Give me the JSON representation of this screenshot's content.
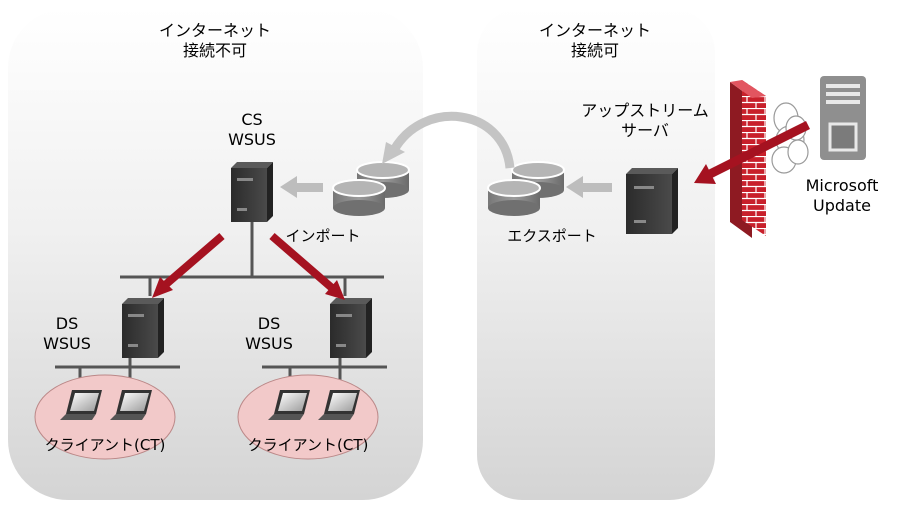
{
  "zones": {
    "offline": {
      "title": "インターネット\n接続不可"
    },
    "online": {
      "title": "インターネット\n接続可"
    }
  },
  "servers": {
    "cs": {
      "label": "CS\nWSUS"
    },
    "ds_left": {
      "label": "DS\nWSUS"
    },
    "ds_right": {
      "label": "DS\nWSUS"
    },
    "upstream": {
      "label": "アップストリーム\nサーバ"
    },
    "microsoft_update": {
      "label": "Microsoft\nUpdate"
    }
  },
  "operations": {
    "import": "インポート",
    "export": "エクスポート"
  },
  "client_groups": {
    "left": "クライアント(CT)",
    "right": "クライアント(CT)"
  },
  "colors": {
    "zone_fill_top": "#ffffff",
    "zone_fill_bottom": "#d6d6d6",
    "arrow_red": "#a51220",
    "arrow_gray": "#bdbdbd",
    "firewall": "#d9363e",
    "client_bubble": "#f2c9c9",
    "server_dark": "#3a3a3a"
  }
}
